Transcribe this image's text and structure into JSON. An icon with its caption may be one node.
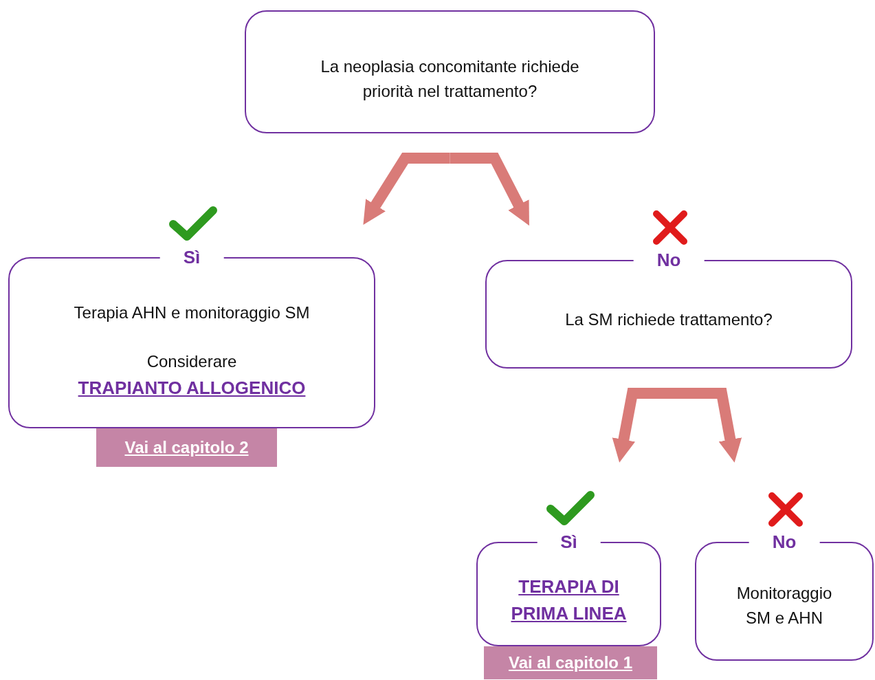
{
  "diagram": {
    "nodes": [
      {
        "text": [
          "La neoplasia concomitante richiede priorità nel trattamento?"
        ]
      },
      {
        "text": [
          "Sì",
          "Terapia AHN e monitoraggio SM",
          "Considerare",
          "TRAPIANTO ALLOGENICO",
          "Vai al capitolo 2"
        ]
      },
      {
        "text": [
          "No",
          "La SM richiede trattamento?"
        ]
      },
      {
        "text": [
          "Sì",
          "TERAPIA DI PRIMA LINEA",
          "Vai al capitolo 1"
        ]
      },
      {
        "text": [
          "No",
          "Monitoraggio SM e AHN"
        ]
      }
    ],
    "edges": [
      {
        "from": 0,
        "to": 1,
        "arrow": "to"
      },
      {
        "from": 0,
        "to": 2,
        "arrow": "to"
      },
      {
        "from": 2,
        "to": 3,
        "arrow": "to"
      },
      {
        "from": 2,
        "to": 4,
        "arrow": "to"
      }
    ]
  }
}
